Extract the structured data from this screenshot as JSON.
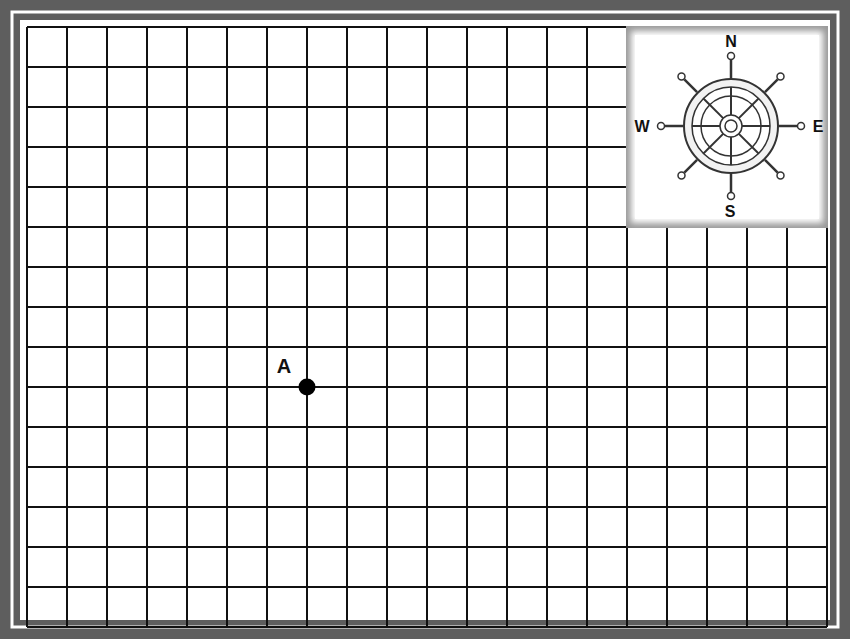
{
  "diagram": {
    "labels": [
      "A",
      "N",
      "W",
      "E",
      "S"
    ]
  }
}
